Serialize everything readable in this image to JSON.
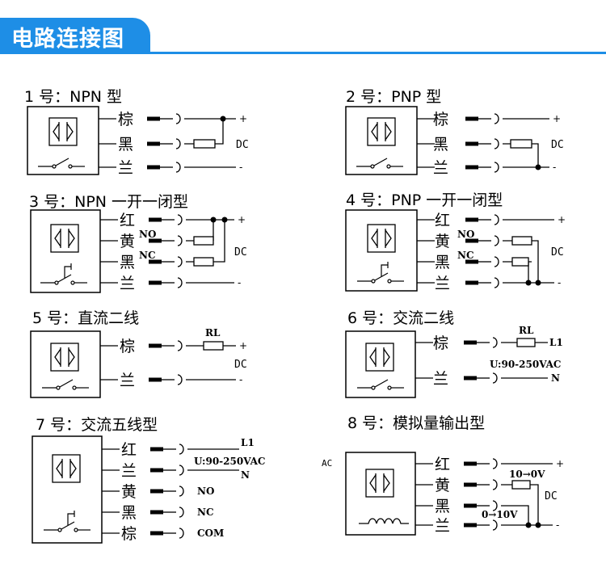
{
  "header": {
    "title": "电路连接图"
  },
  "panels": [
    {
      "title": "1 号：NPN 型",
      "wires": [
        "棕",
        "黑",
        "兰"
      ],
      "signs": [
        "+",
        "-"
      ],
      "dc": "DC"
    },
    {
      "title": "2 号：PNP 型",
      "wires": [
        "棕",
        "黑",
        "兰"
      ],
      "signs": [
        "+",
        "-"
      ],
      "dc": "DC"
    },
    {
      "title": "3 号：NPN 一开一闭型",
      "wires": [
        "红",
        "黄",
        "黑",
        "兰"
      ],
      "tags": [
        "NO",
        "NC"
      ],
      "signs": [
        "+",
        "-"
      ],
      "dc": "DC"
    },
    {
      "title": "4 号：PNP 一开一闭型",
      "wires": [
        "红",
        "黄",
        "黑",
        "兰"
      ],
      "tags": [
        "NO",
        "NC"
      ],
      "signs": [
        "+",
        "-"
      ],
      "dc": "DC"
    },
    {
      "title": "5 号：直流二线",
      "wires": [
        "棕",
        "兰"
      ],
      "signs": [
        "+",
        "-"
      ],
      "dc": "DC",
      "rl": "RL"
    },
    {
      "title": "6 号：交流二线",
      "wires": [
        "棕",
        "兰"
      ],
      "rl": "RL",
      "l1": "L1",
      "n": "N",
      "voltage": "U:90-250VAC"
    },
    {
      "title": "7 号：交流五线型",
      "wires": [
        "红",
        "兰",
        "黄",
        "黑",
        "棕"
      ],
      "l1": "L1",
      "n": "N",
      "voltage": "U:90-250VAC",
      "outs": [
        "NO",
        "NC",
        "COM"
      ]
    },
    {
      "title": "8 号：模拟量输出型",
      "wires": [
        "红",
        "黄",
        "黑",
        "兰"
      ],
      "signs": [
        "+",
        "-"
      ],
      "dc": "DC",
      "r1": "10→0V",
      "r2": "0→10V",
      "edge": "AC"
    }
  ]
}
